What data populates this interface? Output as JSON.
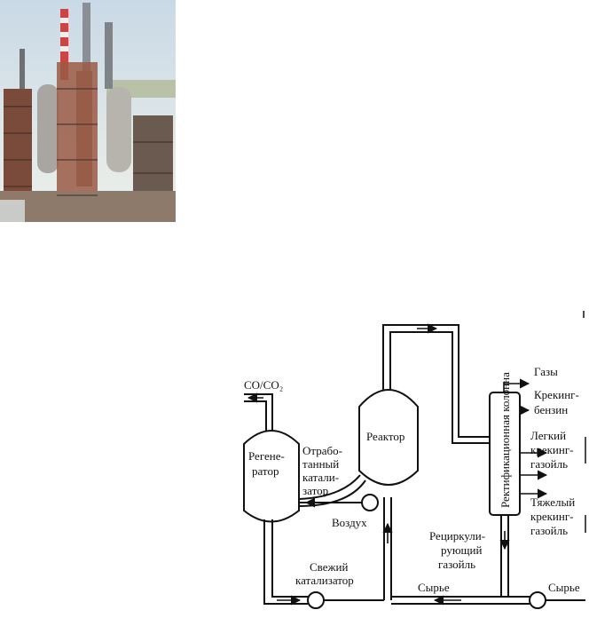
{
  "photo": {
    "subject": "refinery-photo"
  },
  "diagram": {
    "labels": {
      "co_co2": "CO/CO₂",
      "regenerator_1": "Регене-",
      "regenerator_2": "ратор",
      "spent_1": "Отрабо-",
      "spent_2": "танный",
      "spent_3": "катали-",
      "spent_4": "затор",
      "reactor": "Реактор",
      "air": "Воздух",
      "fresh_1": "Свежий",
      "fresh_2": "катализатор",
      "column": "Ректификационная колонна",
      "gases": "Газы",
      "gasoline_1": "Крекинг-",
      "gasoline_2": "бензин",
      "light_1": "Легкий",
      "light_2": "крекинг-",
      "light_3": "газойль",
      "heavy_1": "Тяжелый",
      "heavy_2": "крекинг-",
      "heavy_3": "газойль",
      "recycle_1": "Рециркули-",
      "recycle_2": "рующий",
      "recycle_3": "газойль",
      "feed_1": "Сырье",
      "feed_2": "Сырье"
    }
  }
}
